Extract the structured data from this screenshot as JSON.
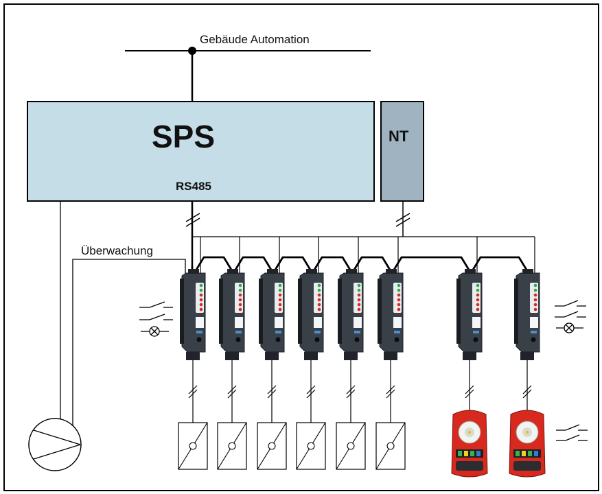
{
  "labels": {
    "building_automation": "Gebäude Automation",
    "controller": "SPS",
    "power_supply": "NT",
    "bus": "RS485",
    "monitoring": "Überwachung"
  },
  "colors": {
    "controller_fill": "#c5dde6",
    "power_supply_fill": "#9fb3c1",
    "module_body": "#3a4048",
    "module_edge": "#191c20",
    "detector_red": "#d8291f",
    "led_green": "#2ea84a",
    "led_red": "#d42a22",
    "line": "#000000"
  },
  "devices": {
    "actuator_modules": 6,
    "detector_modules": 2
  }
}
